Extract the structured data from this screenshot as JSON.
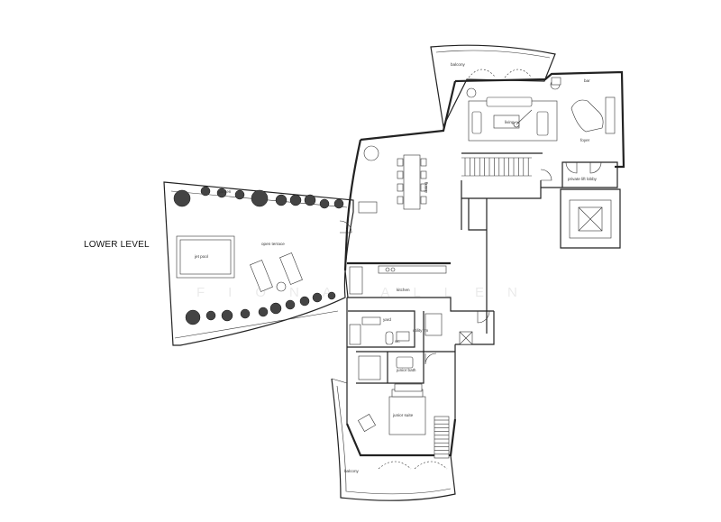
{
  "plan": {
    "level_label": "LOWER LEVEL",
    "sub_note": "",
    "watermark": "FIONA ALLEN",
    "rooms": {
      "balcony_top": "balcony",
      "bar": "bar",
      "living": "living",
      "foyer": "foyer",
      "private_lift_lobby": "private lift lobby",
      "dining": "dining",
      "open_terrace": "open terrace",
      "jet_pool": "jet pool",
      "kitchen": "kitchen",
      "yard": "yard",
      "utility_rm": "utility rm",
      "wc": "wc",
      "junior_bath": "junior bath",
      "junior_suite": "junior suite",
      "balcony_bottom": "balcony",
      "garden": "garden"
    }
  }
}
